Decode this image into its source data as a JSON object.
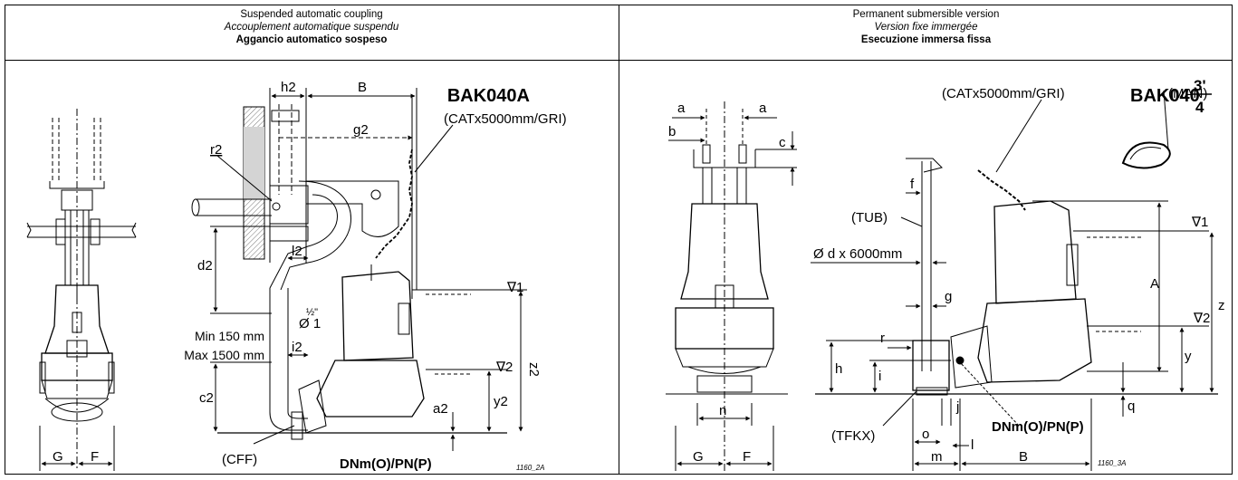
{
  "left_panel": {
    "title_en": "Suspended automatic coupling",
    "title_fr": "Accouplement automatique suspendu",
    "title_it": "Aggancio automatico sospeso",
    "model": "BAK040A",
    "labels": {
      "h2": "h2",
      "B": "B",
      "g2": "g2",
      "r2": "r2",
      "cat": "(CATx5000mm/GRI)",
      "l2": "l2",
      "d2": "d2",
      "level1": "∇1",
      "dia": "Ø 1",
      "half": "½\"",
      "min": "Min 150 mm",
      "max": "Max 1500 mm",
      "i2": "i2",
      "level2": "∇2",
      "z2": "z2",
      "c2": "c2",
      "a2": "a2",
      "y2": "y2",
      "cff": "(CFF)",
      "dn": "DNm(O)/PN(P)",
      "G": "G",
      "F": "F",
      "code": "1160_2A"
    }
  },
  "right_panel": {
    "title_en": "Permanent submersible version",
    "title_fr": "Version fixe immergée",
    "title_it": "Esecuzione immersa fissa",
    "model_base": "BAK040",
    "model_num": "3'",
    "model_den": "4",
    "labels": {
      "a_left": "a",
      "a_right": "a",
      "b": "b",
      "c": "c",
      "cat": "(CATx5000mm/GRI)",
      "man": "(MAN)",
      "f": "f",
      "tub": "(TUB)",
      "dd": "Ø d x 6000mm",
      "level1": "∇1",
      "A": "A",
      "g": "g",
      "level2": "∇2",
      "z": "z",
      "r": "r",
      "h": "h",
      "i": "i",
      "y": "y",
      "q": "q",
      "j": "j",
      "n": "n",
      "tfkx": "(TFKX)",
      "o": "o",
      "l": "l",
      "dn": "DNm(O)/PN(P)",
      "G": "G",
      "F": "F",
      "m": "m",
      "B": "B",
      "code": "1160_3A"
    }
  }
}
